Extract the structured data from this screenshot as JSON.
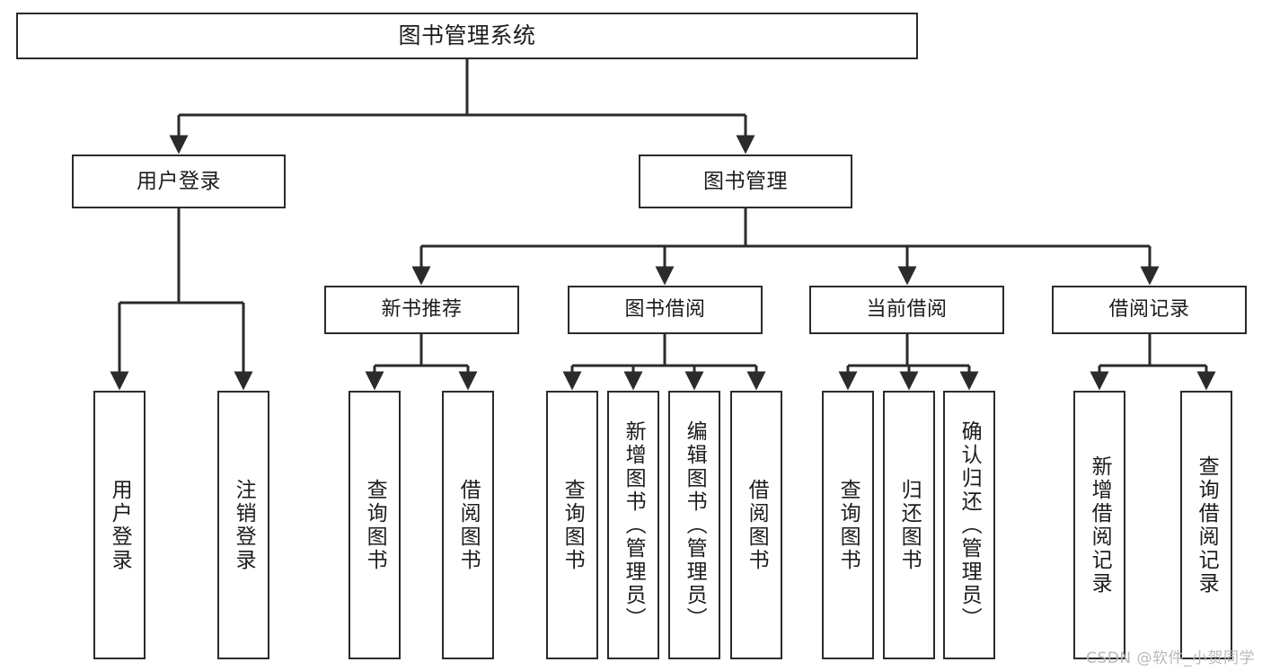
{
  "diagram": {
    "title": "图书管理系统",
    "type": "tree",
    "watermark": "CSDN @软件_小贺同学",
    "colors": {
      "box_border": "#2b2b2b",
      "box_fill": "#ffffff",
      "connector": "#2b2b2b",
      "text": "#1c1c1c",
      "watermark": "#b9b9b9",
      "background": "#ffffff"
    }
  },
  "nodes": {
    "root": {
      "label": "图书管理系统"
    },
    "tier2": [
      {
        "label": "用户登录"
      },
      {
        "label": "图书管理"
      }
    ],
    "tier3": [
      {
        "label": "新书推荐"
      },
      {
        "label": "图书借阅"
      },
      {
        "label": "当前借阅"
      },
      {
        "label": "借阅记录"
      }
    ],
    "leaves": {
      "user_login": [
        {
          "label": "用户登录"
        },
        {
          "label": "注销登录"
        }
      ],
      "new_book_recommend": [
        {
          "label": "查询图书"
        },
        {
          "label": "借阅图书"
        }
      ],
      "book_borrow": [
        {
          "label": "查询图书"
        },
        {
          "label": "新增图书（管理员）"
        },
        {
          "label": "编辑图书（管理员）"
        },
        {
          "label": "借阅图书"
        }
      ],
      "current_borrow": [
        {
          "label": "查询图书"
        },
        {
          "label": "归还图书"
        },
        {
          "label": "确认归还（管理员）"
        }
      ],
      "borrow_record": [
        {
          "label": "新增借阅记录"
        },
        {
          "label": "查询借阅记录"
        }
      ]
    }
  },
  "chart_data": {
    "type": "table",
    "title": "图书管理系统",
    "edges": [
      {
        "from": "图书管理系统",
        "to": "用户登录"
      },
      {
        "from": "图书管理系统",
        "to": "图书管理"
      },
      {
        "from": "用户登录",
        "to": "用户登录"
      },
      {
        "from": "用户登录",
        "to": "注销登录"
      },
      {
        "from": "图书管理",
        "to": "新书推荐"
      },
      {
        "from": "图书管理",
        "to": "图书借阅"
      },
      {
        "from": "图书管理",
        "to": "当前借阅"
      },
      {
        "from": "图书管理",
        "to": "借阅记录"
      },
      {
        "from": "新书推荐",
        "to": "查询图书"
      },
      {
        "from": "新书推荐",
        "to": "借阅图书"
      },
      {
        "from": "图书借阅",
        "to": "查询图书"
      },
      {
        "from": "图书借阅",
        "to": "新增图书（管理员）"
      },
      {
        "from": "图书借阅",
        "to": "编辑图书（管理员）"
      },
      {
        "from": "图书借阅",
        "to": "借阅图书"
      },
      {
        "from": "当前借阅",
        "to": "查询图书"
      },
      {
        "from": "当前借阅",
        "to": "归还图书"
      },
      {
        "from": "当前借阅",
        "to": "确认归还（管理员）"
      },
      {
        "from": "借阅记录",
        "to": "新增借阅记录"
      },
      {
        "from": "借阅记录",
        "to": "查询借阅记录"
      }
    ]
  }
}
